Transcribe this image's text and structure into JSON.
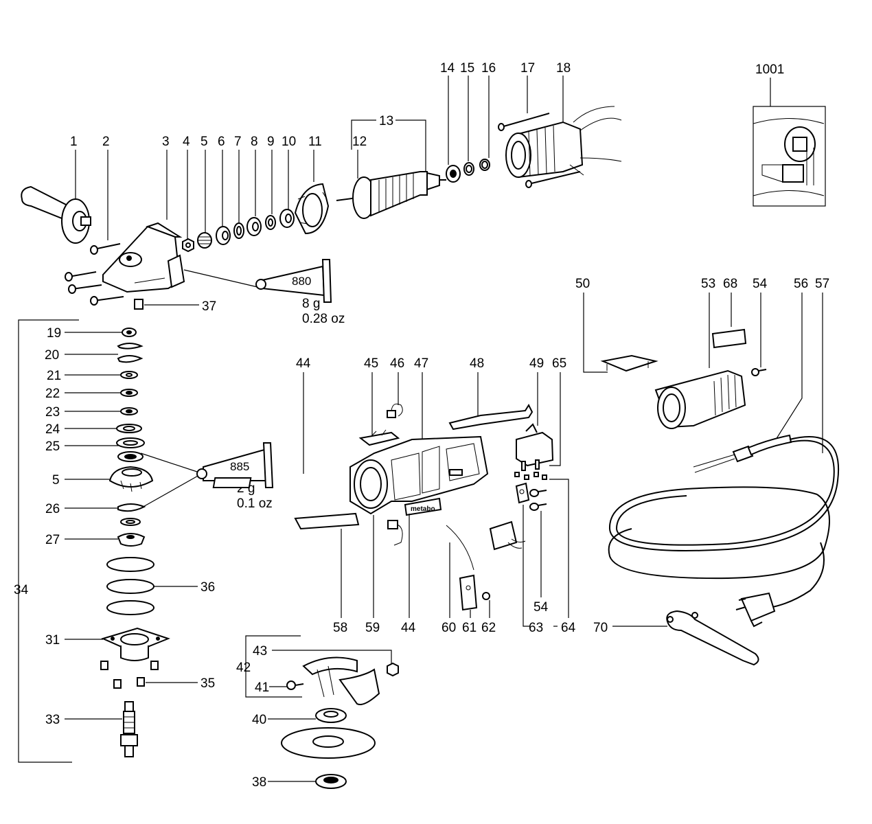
{
  "labels": {
    "top_row": [
      "1",
      "2",
      "3",
      "4",
      "5",
      "6",
      "7",
      "8",
      "9",
      "10",
      "11",
      "12",
      "13",
      "14",
      "15",
      "16",
      "17",
      "18"
    ],
    "inset": "1001",
    "l37": "37",
    "left_col": [
      "19",
      "20",
      "21",
      "22",
      "23",
      "24",
      "25",
      "5",
      "26",
      "27",
      "36",
      "31",
      "35",
      "33",
      "34"
    ],
    "right_group": [
      "50",
      "53",
      "68",
      "54",
      "56",
      "57"
    ],
    "middle_top": [
      "44",
      "45",
      "46",
      "47",
      "48",
      "49",
      "65"
    ],
    "middle_bottom": [
      "58",
      "59",
      "44",
      "60",
      "61",
      "62",
      "63",
      "64",
      "54",
      "70"
    ],
    "guard_group": [
      "43",
      "42",
      "41",
      "40",
      "38"
    ]
  },
  "tubes": {
    "grease_880": {
      "code": "880",
      "mass": "8 g",
      "oz": "0.28 oz"
    },
    "grease_885": {
      "code": "885",
      "mass": "2 g",
      "oz": "0.1 oz"
    }
  },
  "brand": "metabo"
}
